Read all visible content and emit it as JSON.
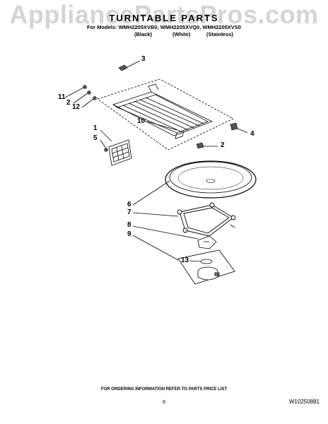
{
  "watermark": "AppliancePartsPros.com",
  "title": "TURNTABLE PARTS",
  "models_line": "For Models: WMH2205XVB0, WMH2205XVQ0, WMH2205XVS0",
  "variants": [
    "(Black)",
    "(White)",
    "(Stainless)"
  ],
  "callouts": {
    "c3": "3",
    "c11": "11",
    "c2a": "2",
    "c12": "12",
    "c10": "10",
    "c4": "4",
    "c1": "1",
    "c5": "5",
    "c2b": "2",
    "c6": "6",
    "c7": "7",
    "c8": "8",
    "c9": "9",
    "c13": "13"
  },
  "footer": "FOR ORDERING INFORMATION REFER TO PARTS PRICE LIST",
  "page_number": "6",
  "doc_number": "W10250881"
}
